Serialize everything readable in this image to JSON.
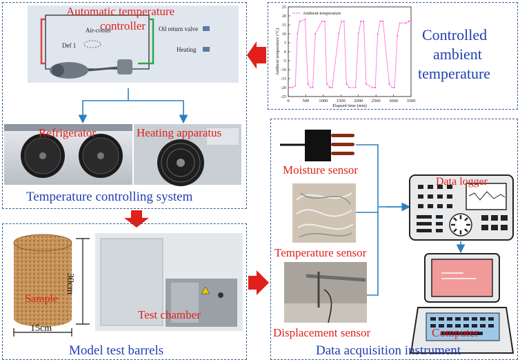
{
  "panels": {
    "temperature_control": {
      "title": "Temperature controlling system",
      "controller_title_line1": "Automatic temperature",
      "controller_title_line2": "controller",
      "controller_labels": {
        "air_cooler": "Air-cooler",
        "oil_return_valve": "Oil return valve",
        "def": "Def 1",
        "heating": "Heating"
      },
      "refrigerator": "Refrigerator",
      "heating_apparatus": "Heating apparatus"
    },
    "ambient": {
      "title_line1": "Controlled",
      "title_line2": "ambient",
      "title_line3": "temperature"
    },
    "model_barrels": {
      "title": "Model test barrels",
      "sample": "Sample",
      "height": "30cm",
      "diameter": "15cm",
      "test_chamber": "Test chamber"
    },
    "data_acquisition": {
      "title": "Data acquisition instrument",
      "moisture_sensor": "Moisture sensor",
      "temperature_sensor": "Temperature sensor",
      "displacement_sensor": "Displacement sensor",
      "data_logger": "Data logger",
      "computer": "Computer"
    }
  },
  "colors": {
    "panel_border": "#2f5c8f",
    "arrow_red": "#e0201a",
    "arrow_blue": "#2a7fc0",
    "label_red": "#e0201a",
    "title_blue": "#1f3fb0",
    "series_color": "#ff33cc"
  },
  "chart_data": {
    "type": "line",
    "title": "",
    "xlabel": "Elapsed time (min)",
    "ylabel": "Ambient temperature (°C)",
    "xlim": [
      0,
      3500
    ],
    "ylim": [
      -25,
      25
    ],
    "xticks": [
      0,
      500,
      1000,
      1500,
      2000,
      2500,
      3000,
      3500
    ],
    "yticks": [
      -25,
      -20,
      -15,
      -10,
      -5,
      0,
      5,
      10,
      15,
      20,
      25
    ],
    "legend": "top-left",
    "grid": false,
    "series": [
      {
        "name": "Ambient temperature",
        "x": [
          0,
          120,
          200,
          260,
          330,
          480,
          560,
          640,
          700,
          770,
          960,
          1040,
          1100,
          1180,
          1250,
          1440,
          1520,
          1590,
          1660,
          1730,
          1920,
          2000,
          2070,
          2150,
          2220,
          2400,
          2480,
          2550,
          2620,
          2700,
          2880,
          2960,
          3030,
          3110,
          3180,
          3360,
          3440,
          3500
        ],
        "y": [
          -20,
          -20,
          -19,
          10,
          17,
          18,
          -18,
          -20,
          -20,
          10,
          17,
          17,
          -18,
          -20,
          -20,
          10,
          17,
          17,
          -18,
          -20,
          -20,
          10,
          17,
          17,
          -18,
          -20,
          -20,
          10,
          17,
          17,
          -18,
          -20,
          -20,
          9,
          16,
          16,
          17,
          17
        ]
      }
    ]
  }
}
